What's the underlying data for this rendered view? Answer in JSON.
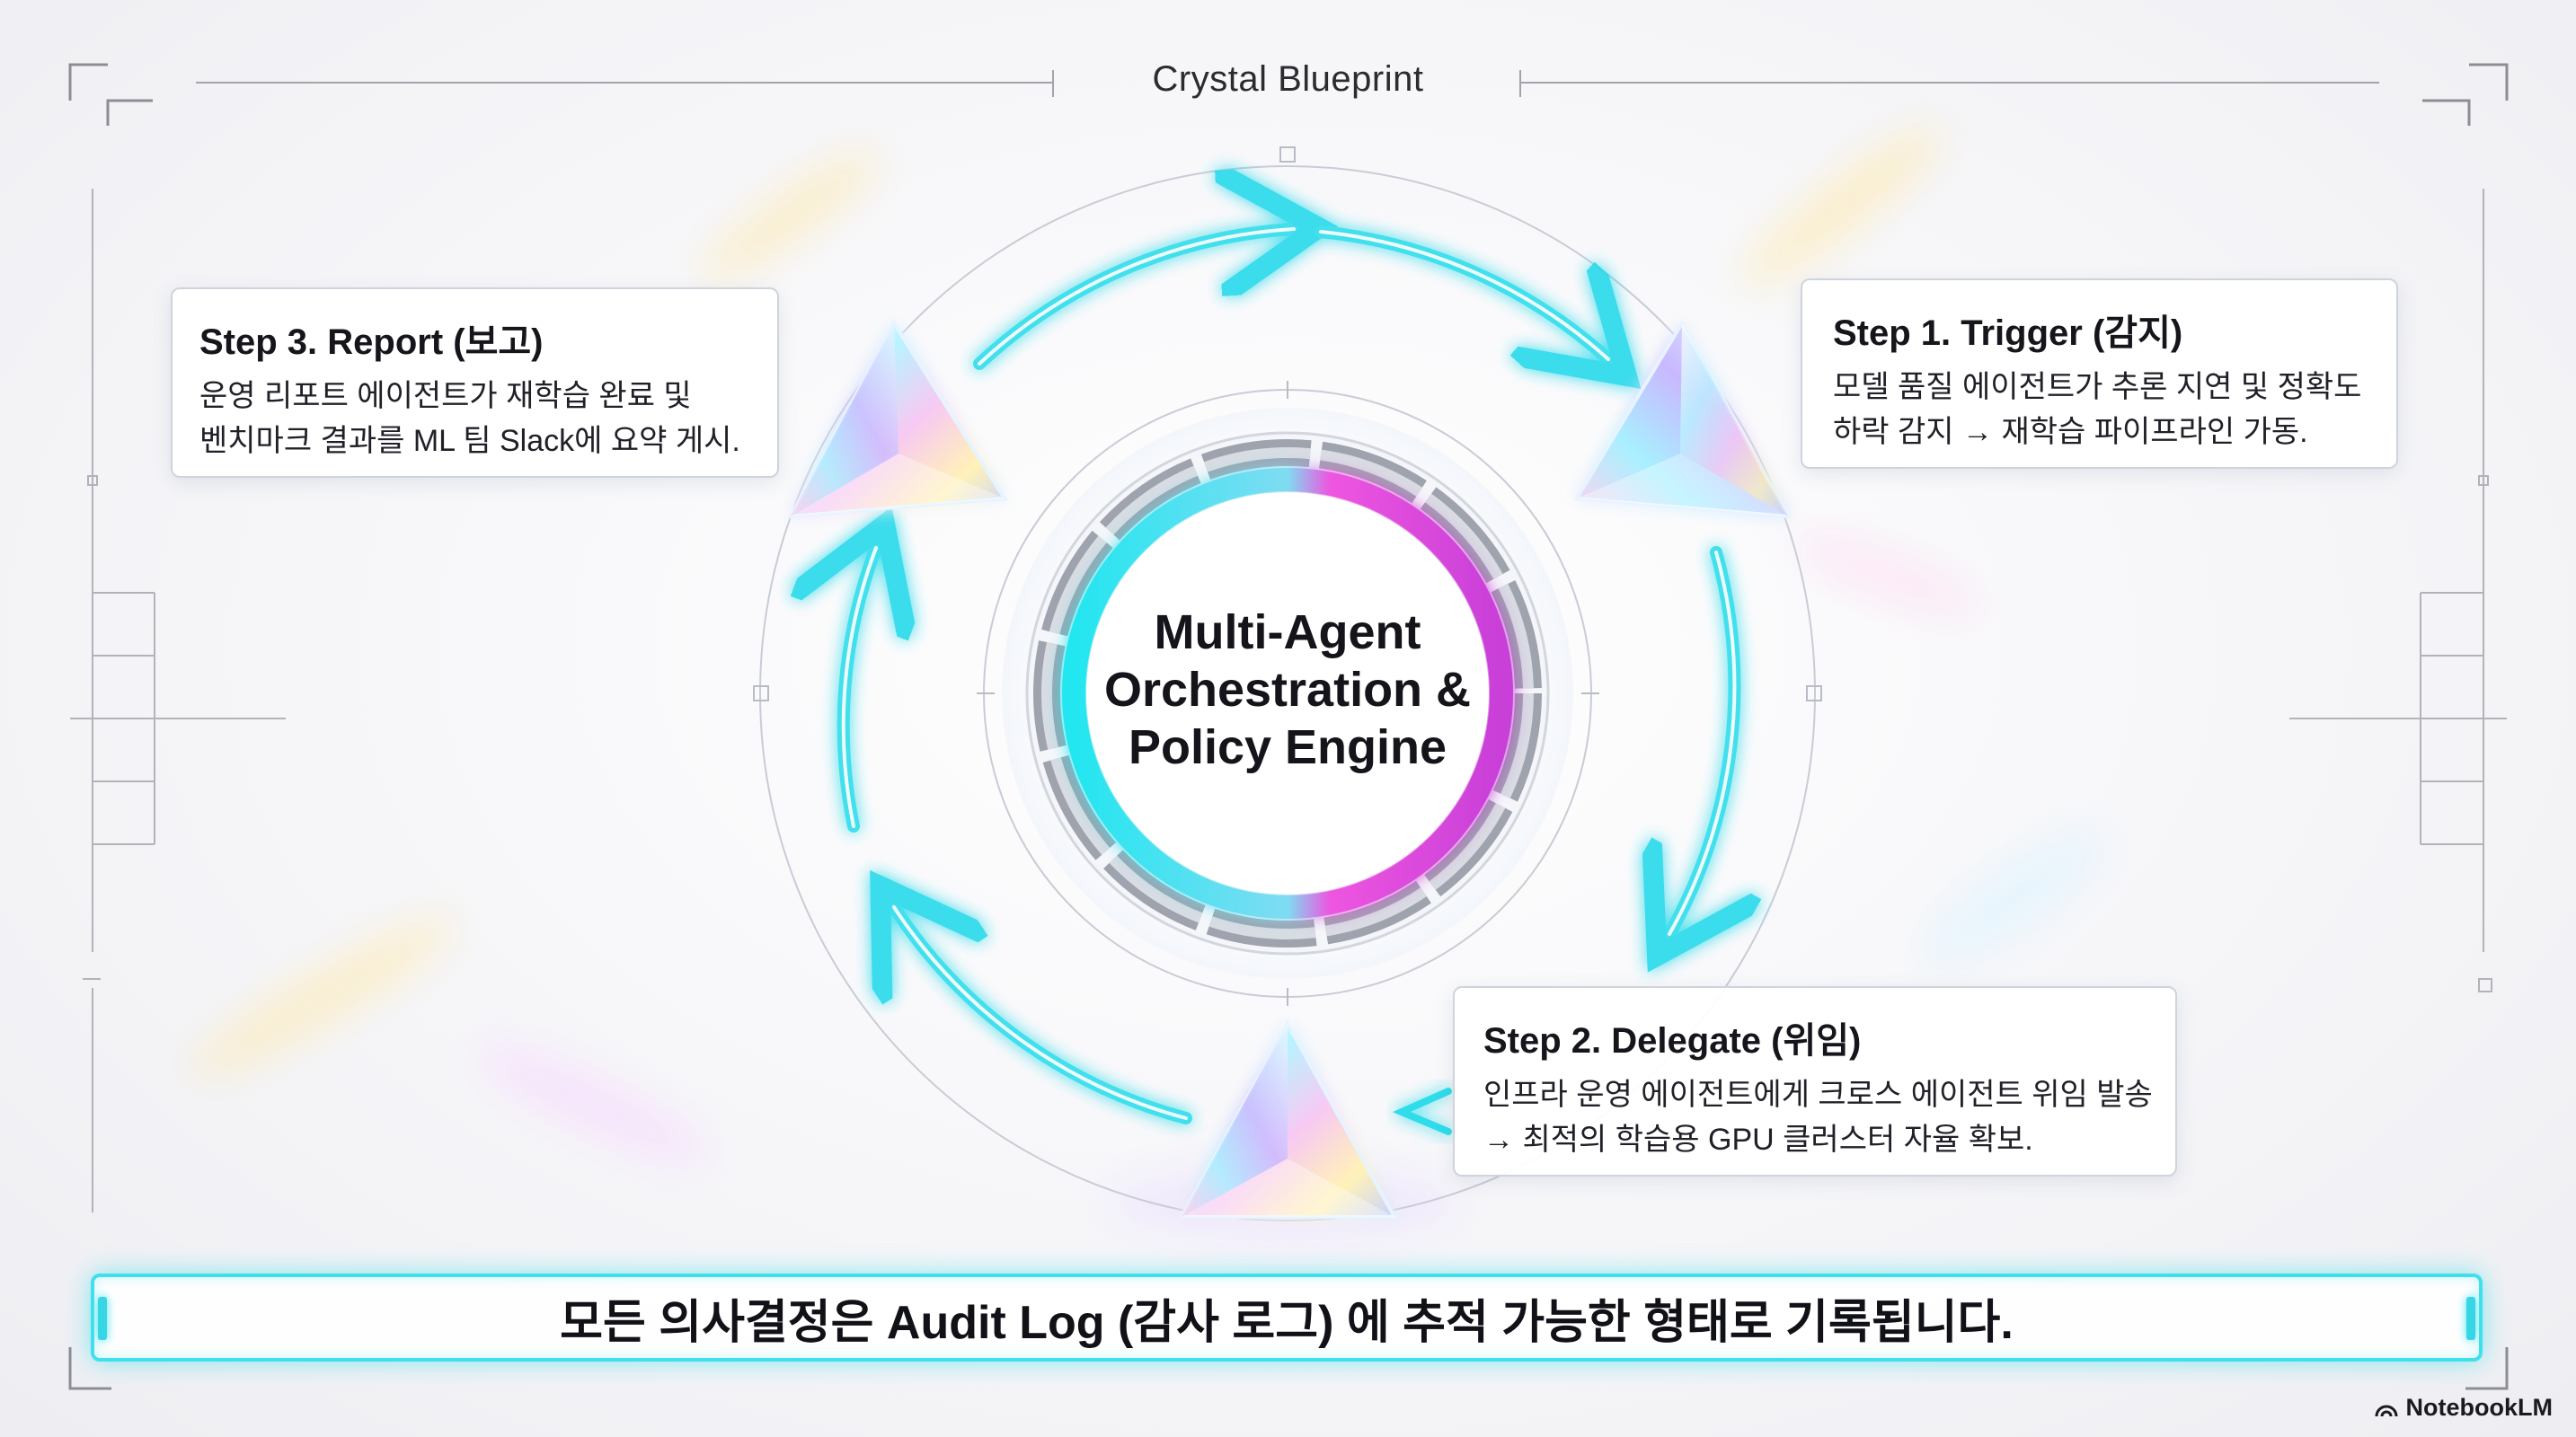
{
  "header": {
    "title": "Crystal Blueprint"
  },
  "center": {
    "lines": [
      "Multi-Agent",
      "Orchestration &",
      "Policy Engine"
    ]
  },
  "steps": {
    "trigger": {
      "title": "Step 1. Trigger (감지)",
      "lines": [
        "모델 품질 에이전트가 추론 지연 및 정확도",
        "하락 감지 → 재학습 파이프라인 가동."
      ]
    },
    "delegate": {
      "title": "Step 2. Delegate (위임)",
      "lines": [
        "인프라 운영 에이전트에게 크로스 에이전트 위임 발송",
        "→ 최적의 학습용 GPU 클러스터 자율 확보."
      ]
    },
    "report": {
      "title": "Step 3. Report (보고)",
      "lines": [
        "운영 리포트 에이전트가 재학습 완료 및",
        "벤치마크 결과를 ML 팀 Slack에 요약 게시."
      ]
    }
  },
  "footer": {
    "audit_text": "모든 의사결정은 Audit Log (감사 로그) 에 추적 가능한 형태로 기록됩니다.",
    "watermark": "NotebookLM"
  },
  "colors": {
    "accent_cyan": "#3fe0ec",
    "accent_magenta": "#e04bd9",
    "text_dark": "#14141a",
    "frame_gray": "#9a9aa2"
  },
  "icons": [
    "crystal-prism-icon",
    "cycle-arrow-icon",
    "notebooklm-logo-icon"
  ]
}
